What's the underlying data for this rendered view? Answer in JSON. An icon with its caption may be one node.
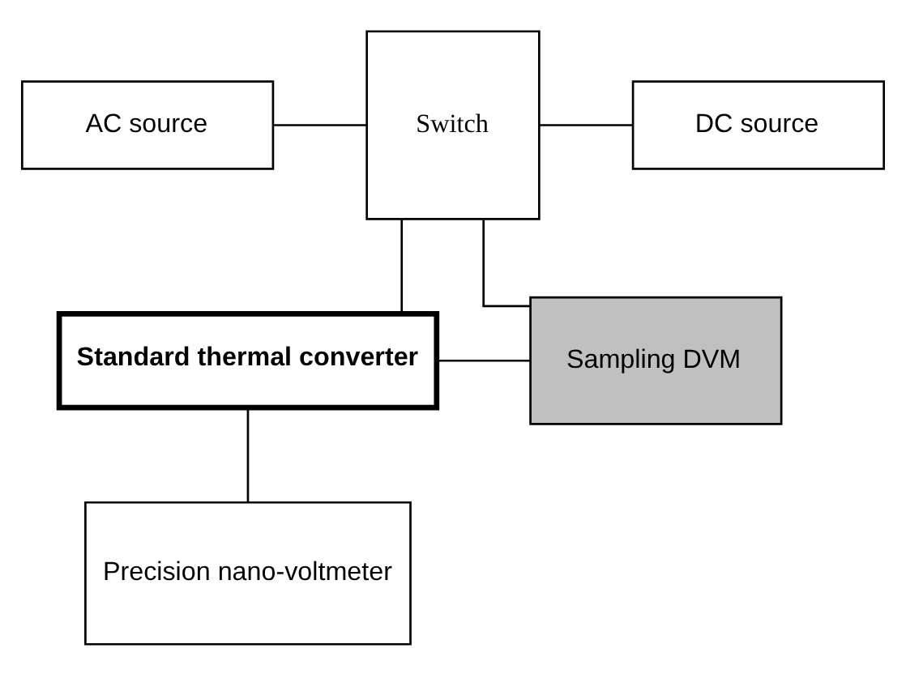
{
  "diagram": {
    "nodes": [
      {
        "text": [
          "AC source"
        ]
      },
      {
        "text": [
          "Switch"
        ]
      },
      {
        "text": [
          "DC source"
        ]
      },
      {
        "text": [
          "Standard thermal converter"
        ]
      },
      {
        "text": [
          "Sampling DVM"
        ]
      },
      {
        "text": [
          "Precision nano-voltmeter"
        ]
      }
    ],
    "edges": [
      {
        "from": 0,
        "to": 1,
        "arrow": "none"
      },
      {
        "from": 1,
        "to": 2,
        "arrow": "none"
      },
      {
        "from": 1,
        "to": 3,
        "arrow": "none"
      },
      {
        "from": 1,
        "to": 4,
        "arrow": "none"
      },
      {
        "from": 3,
        "to": 4,
        "arrow": "none"
      },
      {
        "from": 3,
        "to": 5,
        "arrow": "none"
      }
    ]
  }
}
